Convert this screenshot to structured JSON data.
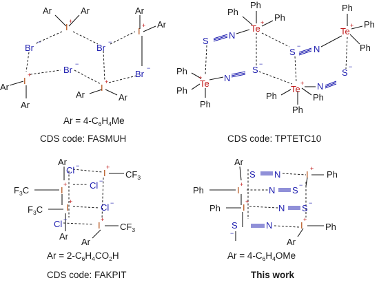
{
  "labels": {
    "ar": "Ar",
    "ph": "Ph",
    "i": "I",
    "te": "Te",
    "br": "Br",
    "cl": "Cl",
    "s": "S",
    "n": "N",
    "cf3": "CF",
    "cf3_sub": "3",
    "f3c": "F",
    "f3c_sub": "3",
    "f3c_tail": "C",
    "plus": "+",
    "minus": "−"
  },
  "panels": [
    {
      "ar_prefix": "Ar = 4-C",
      "ar_sub1": "6",
      "ar_mid": "H",
      "ar_sub2": "4",
      "ar_tail": "Me",
      "caption": "CDS code: FASMUH"
    },
    {
      "caption": "CDS code: TPTETC10"
    },
    {
      "ar_prefix": "Ar = 2-C",
      "ar_sub1": "6",
      "ar_mid": "H",
      "ar_sub2": "4",
      "ar_tail": "CO",
      "ar_sub3": "2",
      "ar_tail2": "H",
      "caption": "CDS code: FAKPIT"
    },
    {
      "ar_prefix": "Ar = 4-C",
      "ar_sub1": "6",
      "ar_mid": "H",
      "ar_sub2": "4",
      "ar_tail": "OMe",
      "caption": "This work"
    }
  ]
}
